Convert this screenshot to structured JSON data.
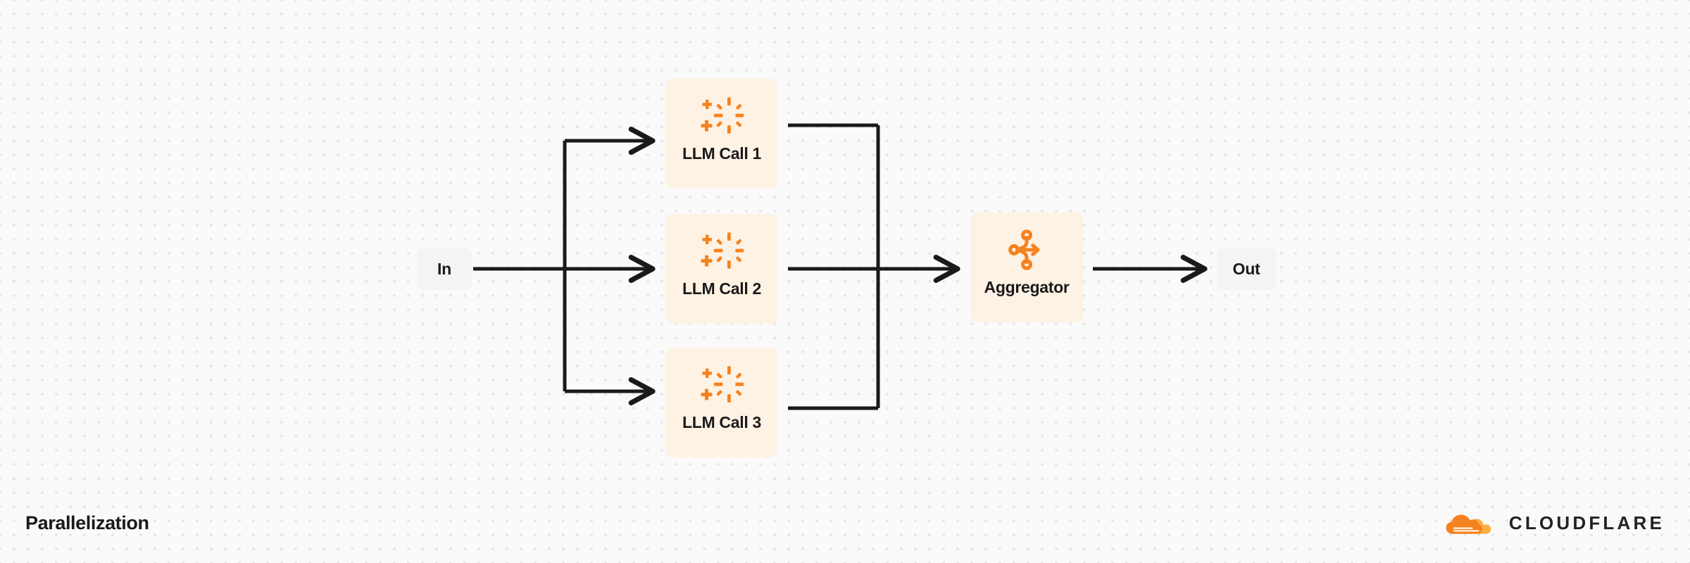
{
  "diagram": {
    "title": "Parallelization",
    "nodes": {
      "input": {
        "label": "In",
        "type": "io"
      },
      "llm_call_1": {
        "label": "LLM Call 1",
        "icon": "ai-sparkle-icon",
        "type": "llm"
      },
      "llm_call_2": {
        "label": "LLM Call 2",
        "icon": "ai-sparkle-icon",
        "type": "llm"
      },
      "llm_call_3": {
        "label": "LLM Call 3",
        "icon": "ai-sparkle-icon",
        "type": "llm"
      },
      "aggregator": {
        "label": "Aggregator",
        "icon": "aggregator-merge-icon",
        "type": "aggregator"
      },
      "output": {
        "label": "Out",
        "type": "io"
      }
    },
    "edges": [
      {
        "from": "In",
        "to": "LLM Call 1"
      },
      {
        "from": "In",
        "to": "LLM Call 2"
      },
      {
        "from": "In",
        "to": "LLM Call 3"
      },
      {
        "from": "LLM Call 1",
        "to": "Aggregator"
      },
      {
        "from": "LLM Call 2",
        "to": "Aggregator"
      },
      {
        "from": "LLM Call 3",
        "to": "Aggregator"
      },
      {
        "from": "Aggregator",
        "to": "Out"
      }
    ]
  },
  "brand": {
    "name": "CLOUDFLARE",
    "logo_icon": "cloudflare-cloud-logo"
  },
  "colors": {
    "accent_orange": "#F6821F",
    "logo_orange_light": "#FBAD41",
    "card_background": "#FDF2E4",
    "io_background": "#F4F4F5",
    "line": "#1A1A1A",
    "text": "#1A1A1A",
    "page_background": "#FAFAFA",
    "dot_grid": "#E6E6E6"
  }
}
